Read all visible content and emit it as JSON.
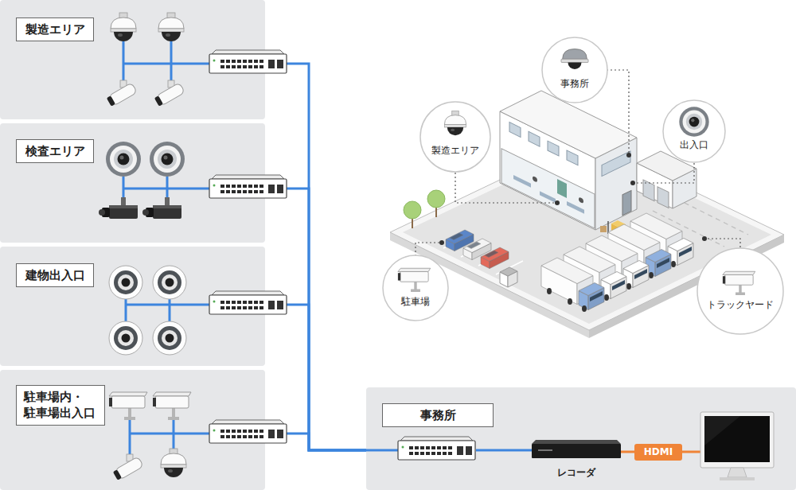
{
  "diagram": {
    "nodes": [
      {
        "text": [
          "製造エリア"
        ]
      },
      {
        "text": [
          "検査エリア"
        ]
      },
      {
        "text": [
          "建物出入口"
        ]
      },
      {
        "text": [
          "駐車場内・ 駐車場出入口"
        ]
      },
      {
        "text": [
          "事務所"
        ]
      },
      {
        "text": [
          "製造エリア"
        ]
      },
      {
        "text": [
          "出入口"
        ]
      },
      {
        "text": [
          "駐車場"
        ]
      },
      {
        "text": [
          "トラックヤード"
        ]
      },
      {
        "text": [
          "事務所"
        ]
      }
    ],
    "edges": [
      {
        "from": 0,
        "to": 9,
        "arrow": "none"
      },
      {
        "from": 1,
        "to": 9,
        "arrow": "none"
      },
      {
        "from": 2,
        "to": 9,
        "arrow": "none"
      },
      {
        "from": 3,
        "to": 9,
        "arrow": "none"
      }
    ],
    "labels": [
      "レコーダ",
      "HDMI"
    ]
  }
}
